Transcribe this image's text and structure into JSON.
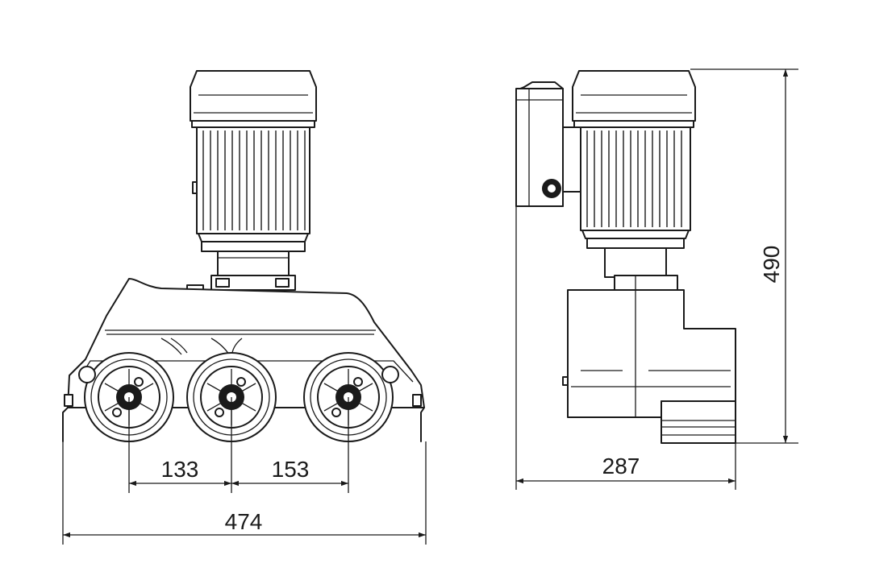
{
  "dimensions": {
    "wheel_spacing_left": "133",
    "wheel_spacing_right": "153",
    "total_width": "474",
    "side_depth": "287",
    "total_height": "490"
  }
}
